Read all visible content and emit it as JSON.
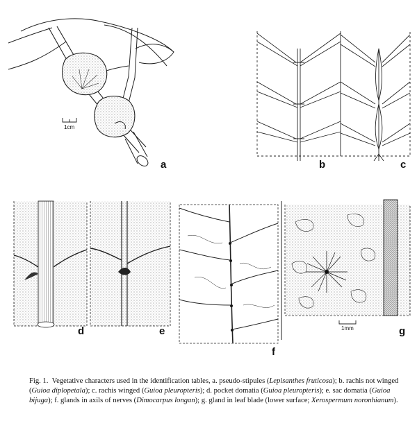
{
  "figure": {
    "panel_labels": [
      "a",
      "b",
      "c",
      "d",
      "e",
      "f",
      "g"
    ],
    "scale_bars": {
      "a": "1cm",
      "g": "1mm"
    }
  },
  "caption": {
    "lead": "Fig. 1.",
    "segments": [
      {
        "text": "Vegetative characters used in the identification tables, a. pseudo-stipules (",
        "italic": false
      },
      {
        "text": "Lepisanthes fruticosa",
        "italic": true
      },
      {
        "text": "); b. rachis not winged (",
        "italic": false
      },
      {
        "text": "Guioa diplopetala",
        "italic": true
      },
      {
        "text": "); c. rachis winged (",
        "italic": false
      },
      {
        "text": "Guioa pleuropteris",
        "italic": true
      },
      {
        "text": "); d. pocket domatia (",
        "italic": false
      },
      {
        "text": "Guioa pleuropteris",
        "italic": true
      },
      {
        "text": "); e. sac domatia (",
        "italic": false
      },
      {
        "text": "Guioa bijuga",
        "italic": true
      },
      {
        "text": "); f. glands in axils of nerves (",
        "italic": false
      },
      {
        "text": "Dimocarpus longan",
        "italic": true
      },
      {
        "text": "); g. gland in leaf blade (lower surface; ",
        "italic": false
      },
      {
        "text": "Xerospermum noronhianum",
        "italic": true
      },
      {
        "text": ").",
        "italic": false
      }
    ]
  }
}
